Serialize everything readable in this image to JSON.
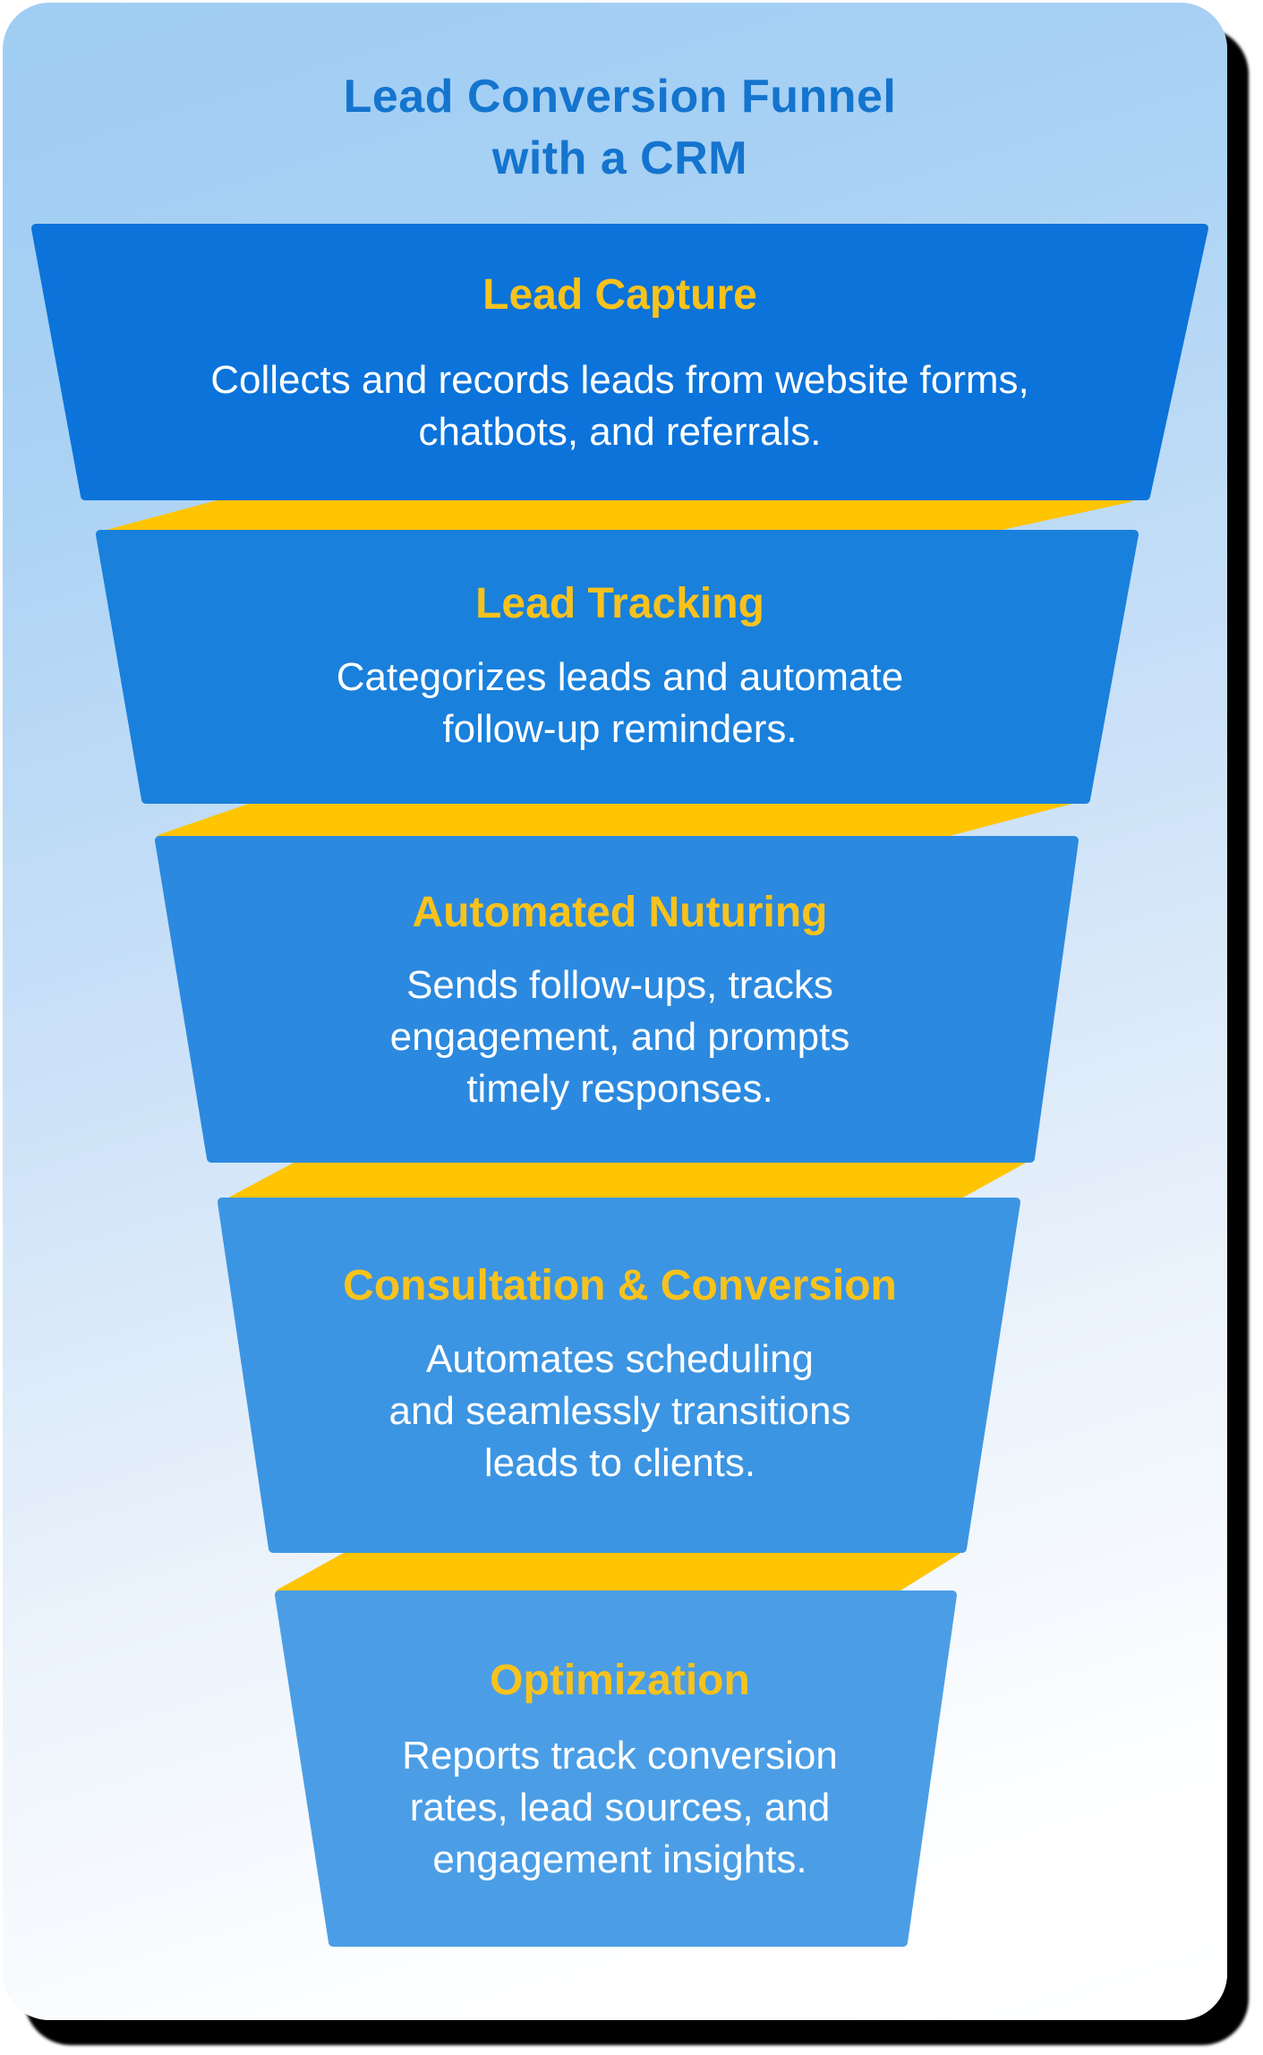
{
  "title": {
    "line1": "Lead Conversion Funnel",
    "line2": "with a CRM",
    "color": "#1474CE"
  },
  "card": {
    "bg_top_color": "#A0CDF3",
    "bg_bottom_color": "#FFFFFF",
    "shadow_color": "#000000"
  },
  "funnel": {
    "band_color": "#FFC402",
    "heading_color": "#F8C21D",
    "body_color": "#FFFFFF"
  },
  "stages": [
    {
      "heading": "Lead Capture",
      "body": [
        "Collects and records leads from website forms,",
        "chatbots, and referrals."
      ],
      "color": "#0B73DA"
    },
    {
      "heading": "Lead Tracking",
      "body": [
        "Categorizes leads and automate",
        "follow-up reminders."
      ],
      "color": "#1980DC"
    },
    {
      "heading": "Automated Nuturing",
      "body": [
        "Sends follow-ups, tracks",
        "engagement, and prompts",
        "timely responses."
      ],
      "color": "#2B89DF"
    },
    {
      "heading": "Consultation & Conversion",
      "body": [
        "Automates scheduling",
        "and seamlessly transitions",
        "leads to clients."
      ],
      "color": "#3C95E2"
    },
    {
      "heading": "Optimization",
      "body": [
        "Reports track conversion",
        "rates, lead sources, and",
        "engagement insights."
      ],
      "color": "#4B9EE6"
    }
  ]
}
